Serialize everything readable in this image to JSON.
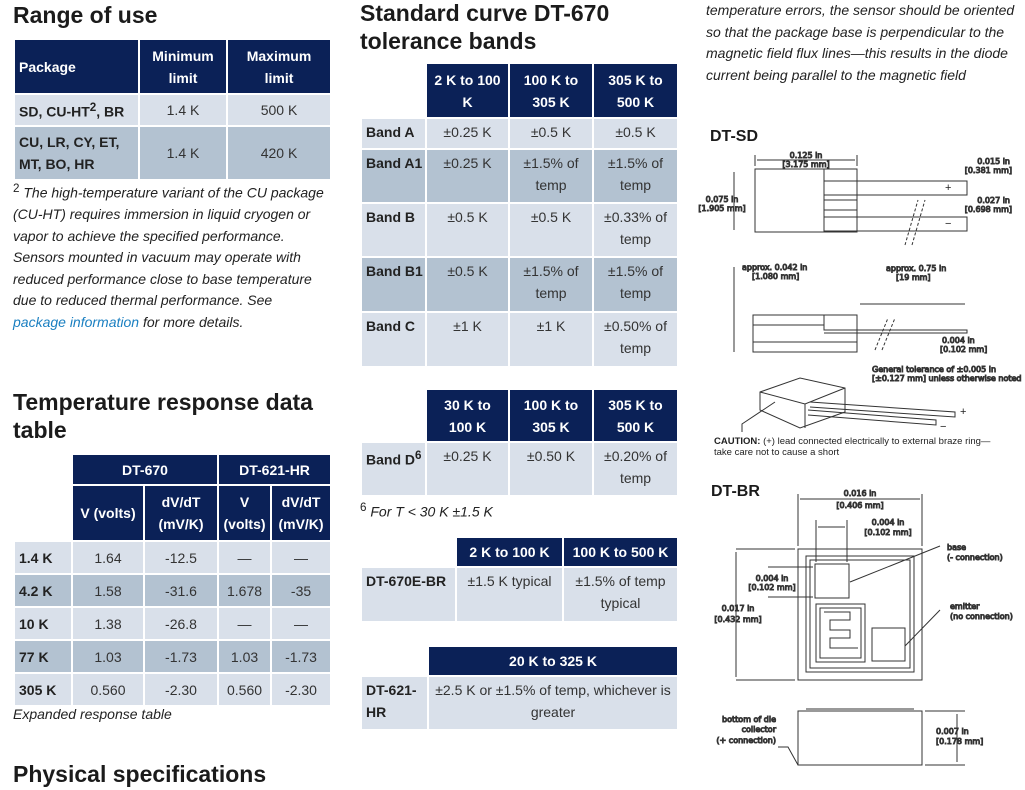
{
  "left": {
    "range_title": "Range of use",
    "range_table": {
      "headers": [
        "Package",
        "Minimum limit",
        "Maximum limit"
      ],
      "rows": [
        {
          "pkg": "SD, CU-HT",
          "sup": "2",
          "pkg_tail": ", BR",
          "min": "1.4 K",
          "max": "500 K"
        },
        {
          "pkg": "CU, LR, CY, ET, MT, BO, HR",
          "min": "1.4 K",
          "max": "420 K"
        }
      ]
    },
    "footnote2": {
      "sup": "2",
      "text": " The high-temperature variant of the CU package (CU-HT) requires immersion in liquid cryogen or vapor to achieve the specified performance. Sensors mounted in vacuum may operate with reduced performance close to base temperature due to reduced thermal performance. See ",
      "link": "package information",
      "tail": " for more details."
    },
    "temp_title": "Temperature response data table",
    "temp_table": {
      "groups": [
        "DT-670",
        "DT-621-HR"
      ],
      "subheaders": [
        "V (volts)",
        "dV/dT (mV/K)",
        "V (volts)",
        "dV/dT (mV/K)"
      ],
      "rows": [
        [
          "1.4 K",
          "1.64",
          "-12.5",
          "—",
          "—"
        ],
        [
          "4.2 K",
          "1.58",
          "-31.6",
          "1.678",
          "-35"
        ],
        [
          "10 K",
          "1.38",
          "-26.8",
          "—",
          "—"
        ],
        [
          "77 K",
          "1.03",
          "-1.73",
          "1.03",
          "-1.73"
        ],
        [
          "305 K",
          "0.560",
          "-2.30",
          "0.560",
          "-2.30"
        ]
      ]
    },
    "expanded_link": "Expanded response table",
    "phys_title": "Physical specifications"
  },
  "middle": {
    "title": "Standard curve DT-670 tolerance bands",
    "bands_table": {
      "headers": [
        "2 K to 100 K",
        "100 K to 305 K",
        "305 K to 500 K"
      ],
      "rows": [
        [
          "Band A",
          "±0.25 K",
          "±0.5 K",
          "±0.5 K"
        ],
        [
          "Band A1",
          "±0.25 K",
          "±1.5% of temp",
          "±1.5% of temp"
        ],
        [
          "Band B",
          "±0.5 K",
          "±0.5 K",
          "±0.33% of temp"
        ],
        [
          "Band B1",
          "±0.5 K",
          "±1.5% of temp",
          "±1.5% of temp"
        ],
        [
          "Band C",
          "±1 K",
          "±1 K",
          "±0.50% of temp"
        ]
      ]
    },
    "d_table": {
      "headers": [
        "30 K to 100 K",
        "100 K to 305 K",
        "305 K to 500 K"
      ],
      "row": {
        "label": "Band D",
        "sup": "6",
        "values": [
          "±0.25 K",
          "±0.50 K",
          "±0.20% of temp"
        ]
      }
    },
    "footnote6": {
      "sup": "6",
      "text": " For T < 30 K ±1.5 K"
    },
    "br_table": {
      "headers": [
        "2 K to 100 K",
        "100 K to 500 K"
      ],
      "row": [
        "DT-670E-BR",
        "±1.5 K typical",
        "±1.5% of temp typical"
      ]
    },
    "hr_table": {
      "header": "20 K to 325 K",
      "row": [
        "DT-621-HR",
        "±2.5 K or ±1.5% of temp, whichever is greater"
      ]
    }
  },
  "right": {
    "intro": "temperature errors, the sensor should be oriented so that the package base is perpendicular to the magnetic field flux lines—this results in the diode current being parallel to the magnetic field",
    "dtsd": {
      "title": "DT-SD",
      "width_in": "0.125 in",
      "width_mm": "[3.175 mm]",
      "height_in": "0.075 in",
      "height_mm": "[1.905 mm]",
      "lead_in": "0.015 in",
      "lead_mm": "[0.381 mm]",
      "gap_in": "0.027 in",
      "gap_mm": "[0.698 mm]",
      "plus": "+",
      "minus": "−",
      "thick_in": "approx. 0.042 in",
      "thick_mm": "[1.080 mm]",
      "len_in": "approx. 0.75 in",
      "len_mm": "[19 mm]",
      "lt_in": "0.004 in",
      "lt_mm": "[0.102 mm]",
      "tol1": "General tolerance of ±0.005 in",
      "tol2": "[±0.127 mm] unless otherwise noted",
      "caution_b": "CAUTION:",
      "caution1": " (+) lead connected electrically to external braze ring—",
      "caution2": "take care not to cause a short"
    },
    "dtbr": {
      "title": "DT-BR",
      "w_in": "0.016 in",
      "w_mm": "[0.406 mm]",
      "pad_in": "0.004 in",
      "pad_mm": "[0.102 mm]",
      "padh_in": "0.004 in",
      "padh_mm": "[0.102 mm]",
      "h_in": "0.017 in",
      "h_mm": "[0.432 mm]",
      "base1": "base",
      "base2": "(- connection)",
      "em1": "emitter",
      "em2": "(no connection)",
      "bot1": "bottom of die",
      "bot2": "collector",
      "bot3": "(+ connection)",
      "t_in": "0.007 in",
      "t_mm": "[0.178 mm]"
    }
  },
  "colors": {
    "header": "#0b2157",
    "row": "#d9e0ea",
    "row_alt": "#b3c2d1",
    "link": "#1a7fc1"
  }
}
